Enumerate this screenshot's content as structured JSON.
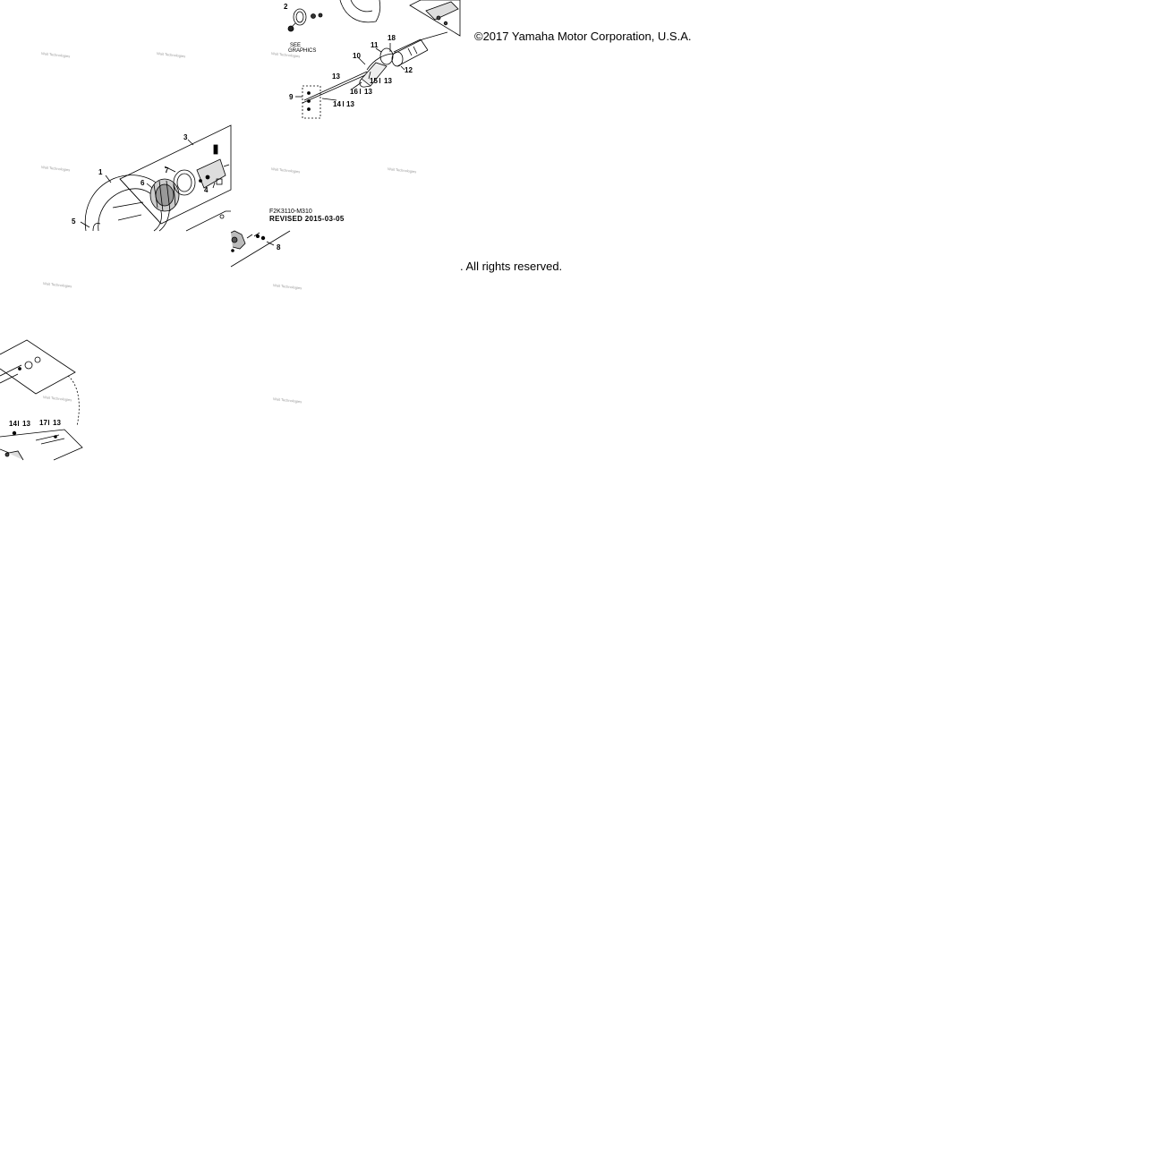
{
  "copyright": "©2017 Yamaha Motor Corporation, U.S.A.",
  "rights": ". All rights reserved.",
  "diagram": {
    "code": "F2K3110-M310",
    "revised": "REVISED 2015-03-05",
    "see_graphics_line1": "SEE",
    "see_graphics_line2": "GRAPHICS",
    "watermark": "Wait Technologies",
    "callouts": {
      "c1": "1",
      "c2": "2",
      "c3": "3",
      "c4": "4",
      "c5": "5",
      "c6": "6",
      "c7": "7",
      "c8": "8",
      "c9": "9",
      "c10": "10",
      "c11": "11",
      "c12": "12",
      "c13a": "13",
      "c18": "18",
      "c15": "15",
      "c16": "16",
      "c14a": "14",
      "c14b": "14",
      "c17": "17",
      "c13b": "13",
      "c13c": "13",
      "c13d": "13",
      "c13e": "13",
      "c13f": "13"
    }
  }
}
